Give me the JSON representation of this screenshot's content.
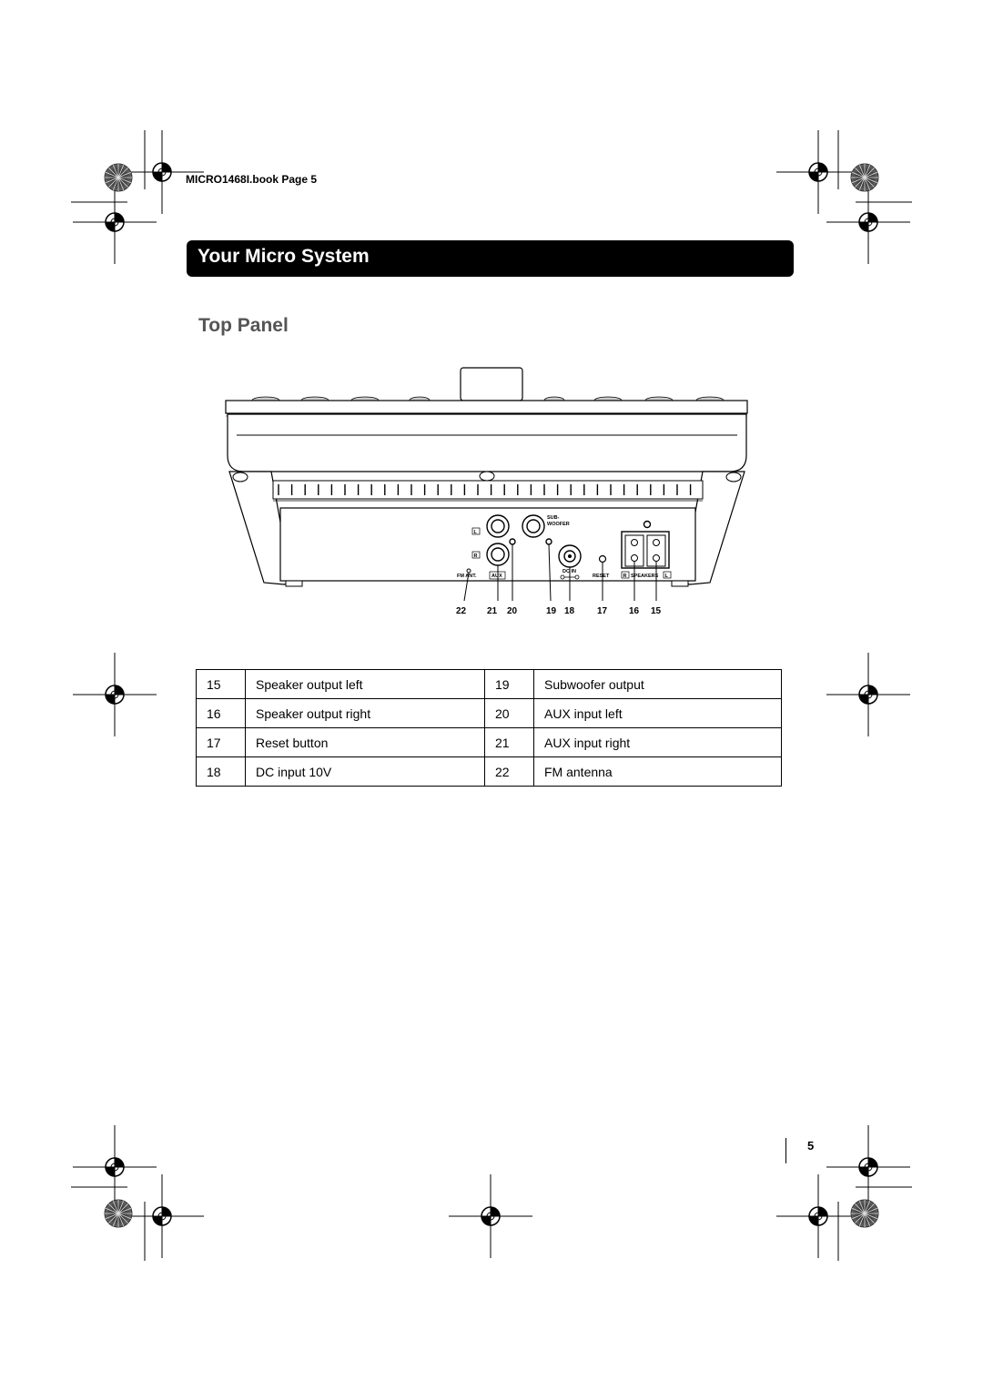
{
  "print_info": {
    "book_ref": "MICRO1468I.book  Page 5"
  },
  "banner": {
    "title": "Your Micro System"
  },
  "section": {
    "title": "Top Panel"
  },
  "diagram": {
    "labels": {
      "subwoofer": [
        "SUB-",
        "WOOFER"
      ],
      "left": "L",
      "right": "R",
      "fm_ant": "FM ANT.",
      "aux": "AUX",
      "dc_in": "DC IN",
      "reset": "RESET",
      "speakers_r": "R",
      "speakers": "SPEAKERS",
      "speakers_l": "L"
    },
    "callouts": [
      "22",
      "21",
      "20",
      "19",
      "18",
      "17",
      "16",
      "15"
    ]
  },
  "parts_table": {
    "rows": [
      {
        "num_a": "15",
        "desc_a": "Speaker output left",
        "num_b": "19",
        "desc_b": "Subwoofer output"
      },
      {
        "num_a": "16",
        "desc_a": "Speaker output right",
        "num_b": "20",
        "desc_b": "AUX input left"
      },
      {
        "num_a": "17",
        "desc_a": "Reset button",
        "num_b": "21",
        "desc_b": "AUX input right"
      },
      {
        "num_a": "18",
        "desc_a": "DC input 10V",
        "num_b": "22",
        "desc_b": "FM antenna"
      }
    ]
  },
  "footer": {
    "page_number": "5"
  }
}
